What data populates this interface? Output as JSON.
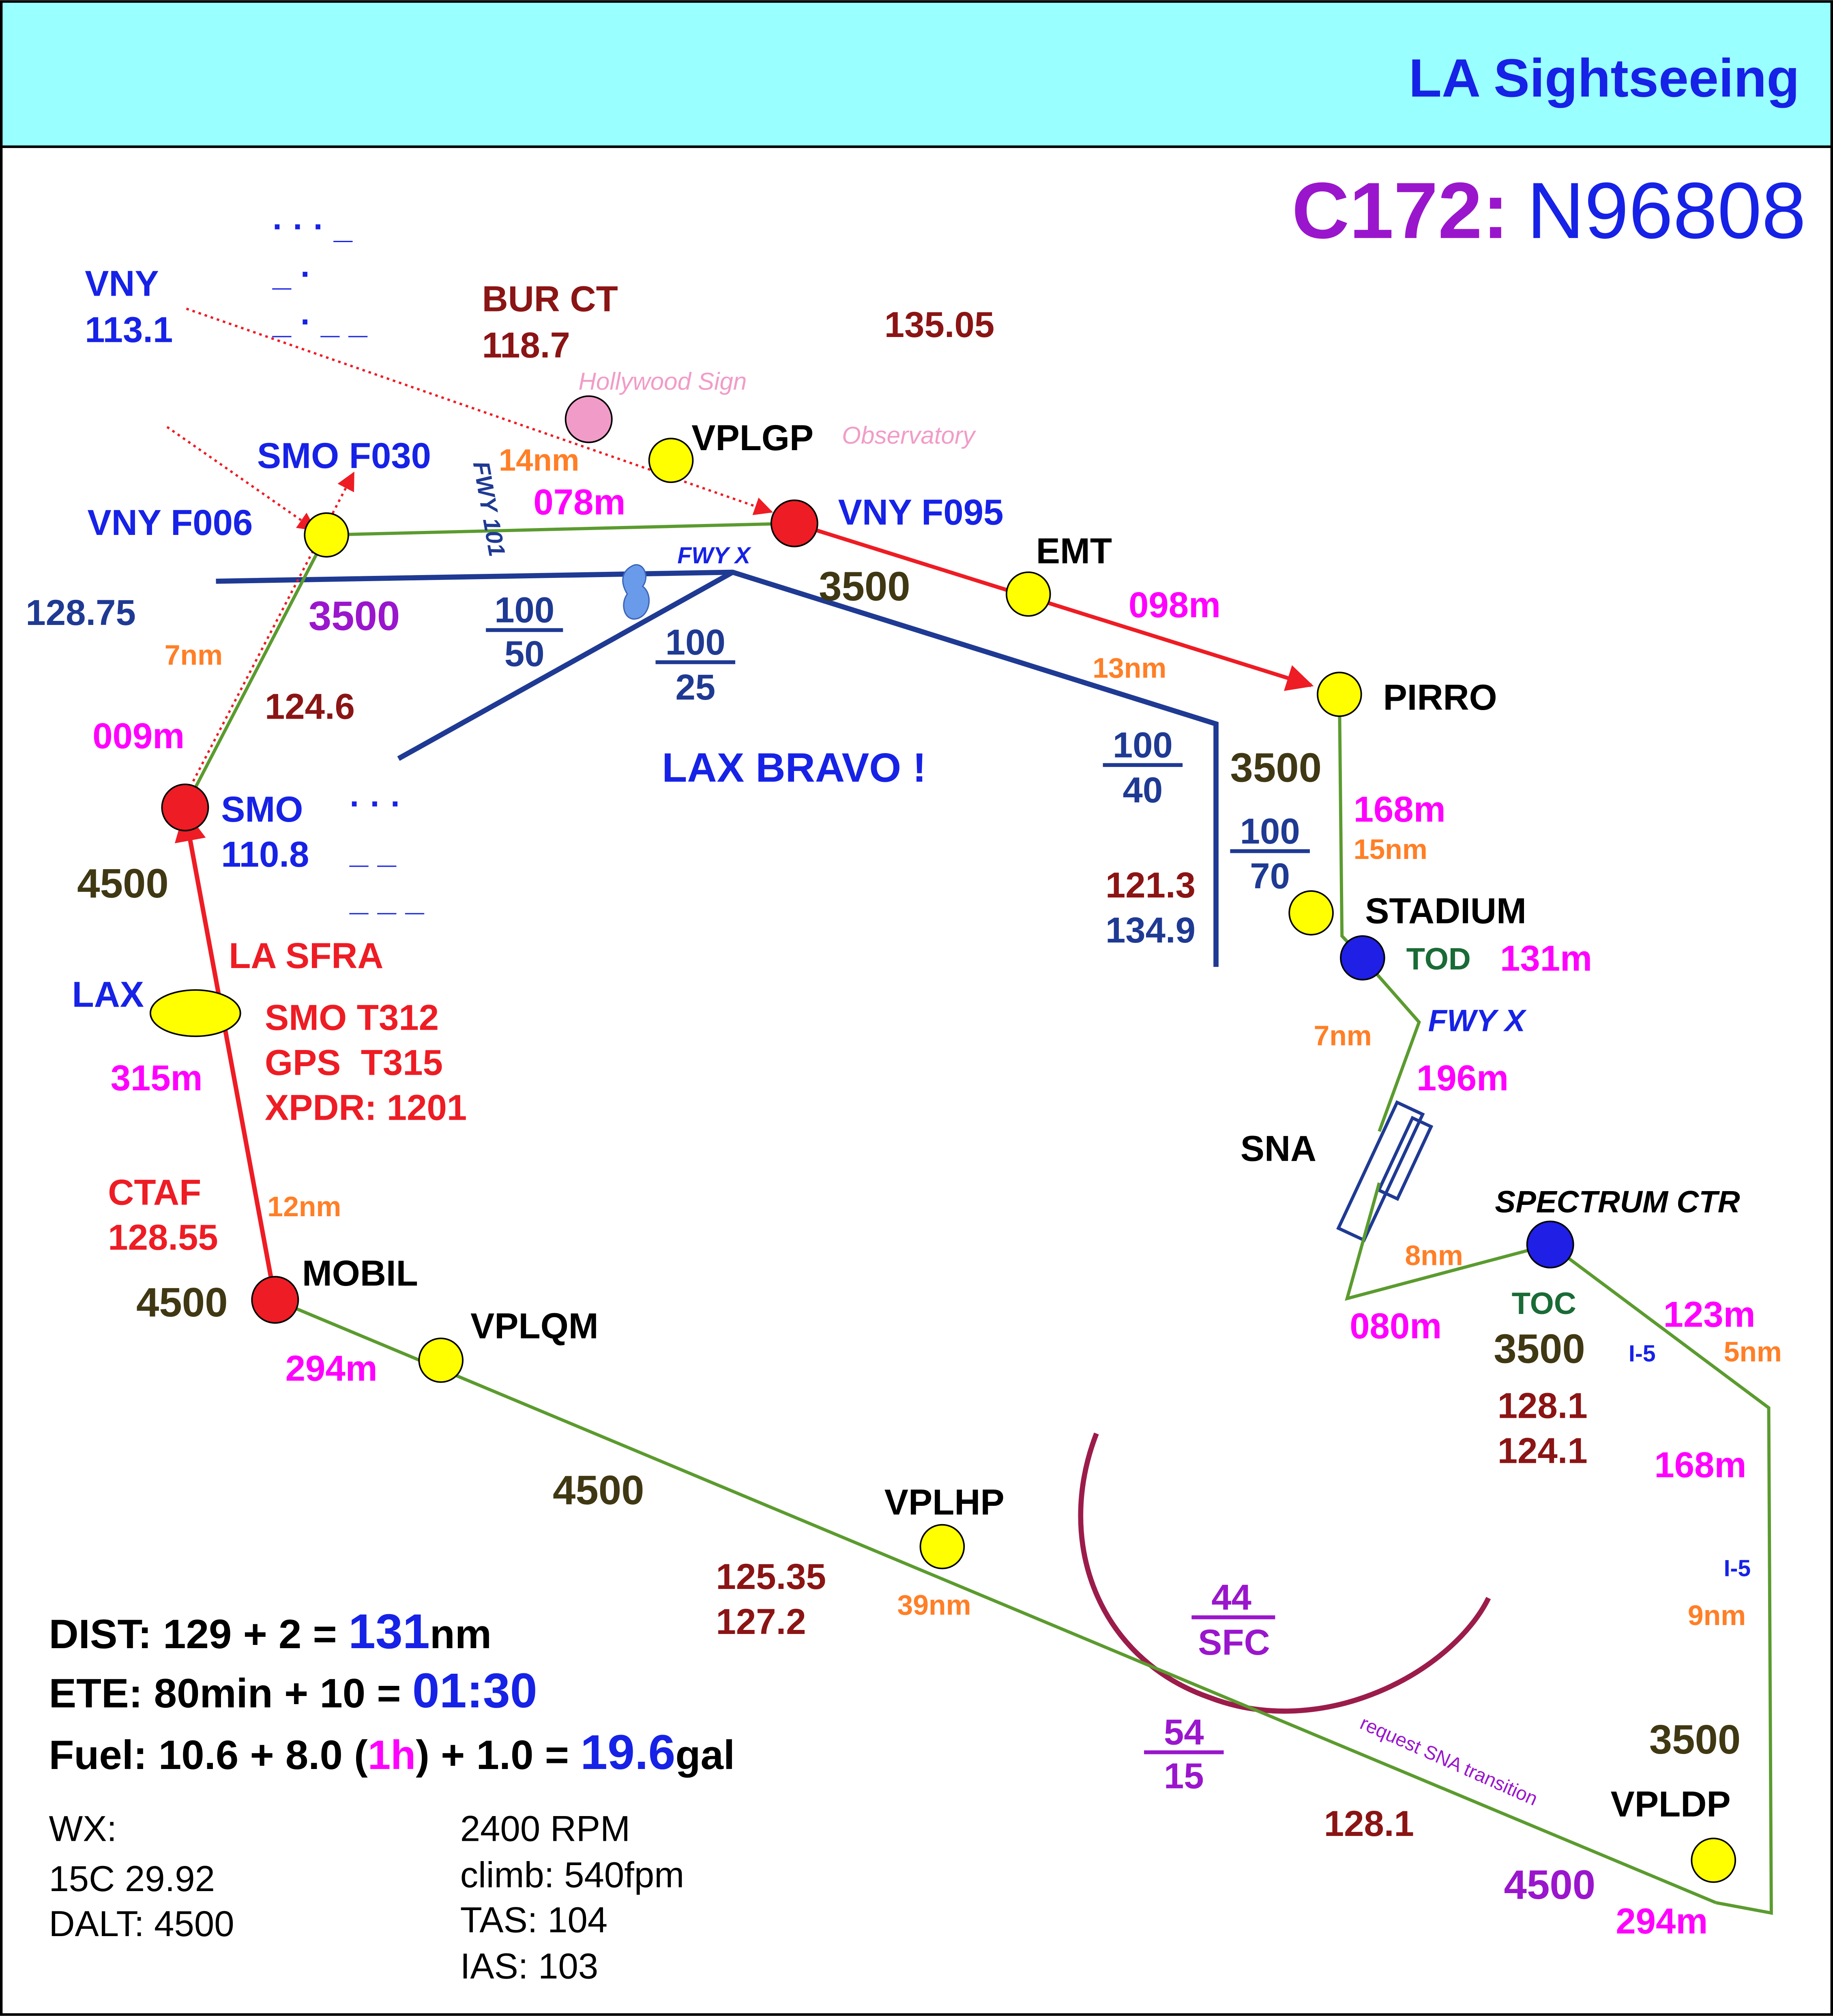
{
  "header": {
    "title": "LA Sightseeing"
  },
  "aircraft": {
    "type": "C172:",
    "tail": "N96808"
  },
  "colors": {
    "header_bg": "#99ffff",
    "route_green": "#5b9b2f",
    "leg_red": "#ee1c24",
    "bravo_blue": "#1f3a93",
    "purple": "#9a16cc",
    "magenta": "#ff00ff",
    "orange": "#ff7f27",
    "freq": "#8b1414",
    "olive": "#3f3813",
    "blue": "#1622e6",
    "pink": "#f19cc8",
    "arc": "#9b1c4a"
  },
  "waypoints": [
    {
      "id": "VNY F006",
      "kind": "yellow"
    },
    {
      "id": "VPLGP",
      "kind": "yellow"
    },
    {
      "id": "VNY F095",
      "kind": "red"
    },
    {
      "id": "EMT",
      "kind": "yellow"
    },
    {
      "id": "PIRRO",
      "kind": "yellow"
    },
    {
      "id": "STADIUM",
      "kind": "yellow"
    },
    {
      "id": "SMO",
      "kind": "red"
    },
    {
      "id": "MOBIL",
      "kind": "red"
    },
    {
      "id": "VPLQM",
      "kind": "yellow"
    },
    {
      "id": "VPLHP",
      "kind": "yellow"
    },
    {
      "id": "VPLDP",
      "kind": "yellow"
    },
    {
      "id": "SPECTRUM CTR",
      "kind": "blue"
    },
    {
      "id": "TOD",
      "kind": "blue"
    },
    {
      "id": "Hollywood Sign",
      "kind": "pink"
    }
  ],
  "labels": {
    "vny": "VNY",
    "vny_freq": "113.1",
    "morse_vny": [
      "· · · _",
      "_ ·",
      "_ · _ _"
    ],
    "bur_ct": "BUR CT",
    "bur_freq": "118.7",
    "freq_135": "135.05",
    "hollywood": "Hollywood Sign",
    "observatory": "Observatory",
    "vplgp": "VPLGP",
    "smo_f030": "SMO F030",
    "vny_f006": "VNY F006",
    "fwy101": "FWY 101",
    "nm14": "14nm",
    "m078": "078m",
    "vny_f095": "VNY F095",
    "fwyx_top": "FWY X",
    "emt": "EMT",
    "alt3500_a": "3500",
    "m098": "098m",
    "nm13": "13nm",
    "pirro": "PIRRO",
    "alt3500_pirro": "3500",
    "m168_a": "168m",
    "nm15": "15nm",
    "freq_128_75": "128.75",
    "nm7_a": "7nm",
    "alt3500_smo": "3500",
    "m009": "009m",
    "freq_124_6": "124.6",
    "smo": "SMO",
    "smo_freq": "110.8",
    "morse_smo": [
      "· · ·",
      "_ _",
      "_ _ _"
    ],
    "alt4500_a": "4500",
    "lax_bravo": "LAX BRAVO !",
    "freq_121_3": "121.3",
    "freq_134_9": "134.9",
    "stadium": "STADIUM",
    "tod": "TOD",
    "m131": "131m",
    "nm7_b": "7nm",
    "fwyx_right": "FWY X",
    "m196": "196m",
    "sna": "SNA",
    "la_sfra": "LA SFRA",
    "lax": "LAX",
    "smo_t312": "SMO T312",
    "gps_t315": "GPS  T315",
    "xpdr": "XPDR: 1201",
    "m315": "315m",
    "ctaf": "CTAF",
    "ctaf_freq": "128.55",
    "nm12": "12nm",
    "mobil": "MOBIL",
    "alt4500_mobil": "4500",
    "m294_a": "294m",
    "vplqm": "VPLQM",
    "spectrum": "SPECTRUM CTR",
    "nm8": "8nm",
    "m080": "080m",
    "toc": "TOC",
    "alt3500_toc": "3500",
    "i5_a": "I-5",
    "m123": "123m",
    "nm5": "5nm",
    "freq_128_1_a": "128.1",
    "freq_124_1": "124.1",
    "m168_b": "168m",
    "i5_b": "I-5",
    "nm9": "9nm",
    "alt4500_b": "4500",
    "vplhp": "VPLHP",
    "freq_125_35": "125.35",
    "freq_127_2": "127.2",
    "nm39": "39nm",
    "alt3500_vpldp": "3500",
    "request_sna": "request SNA transition",
    "vpldp": "VPLDP",
    "freq_128_1_b": "128.1",
    "alt4500_c": "4500",
    "m294_b": "294m"
  },
  "airspace_fractions": [
    {
      "top": "100",
      "bottom": "50"
    },
    {
      "top": "100",
      "bottom": "25"
    },
    {
      "top": "100",
      "bottom": "40"
    },
    {
      "top": "100",
      "bottom": "70"
    },
    {
      "top": "44",
      "bottom": "SFC"
    },
    {
      "top": "54",
      "bottom": "15"
    }
  ],
  "summary": {
    "dist_label": "DIST: ",
    "dist_calc": "129 + 2 = ",
    "dist_total": "131",
    "dist_unit": "nm",
    "ete_label": "ETE:  ",
    "ete_calc": "80min + 10 = ",
    "ete_total": "01:30",
    "fuel_label": "Fuel:  ",
    "fuel_calc": "10.6 + 8.0 (",
    "fuel_hour": "1h",
    "fuel_calc2": ") + 1.0 = ",
    "fuel_total": "19.6",
    "fuel_unit": "gal"
  },
  "weather": [
    "WX:",
    "15C  29.92",
    "DALT: 4500"
  ],
  "performance": [
    "2400 RPM",
    "climb: 540fpm",
    "TAS: 104",
    "IAS:  103"
  ]
}
